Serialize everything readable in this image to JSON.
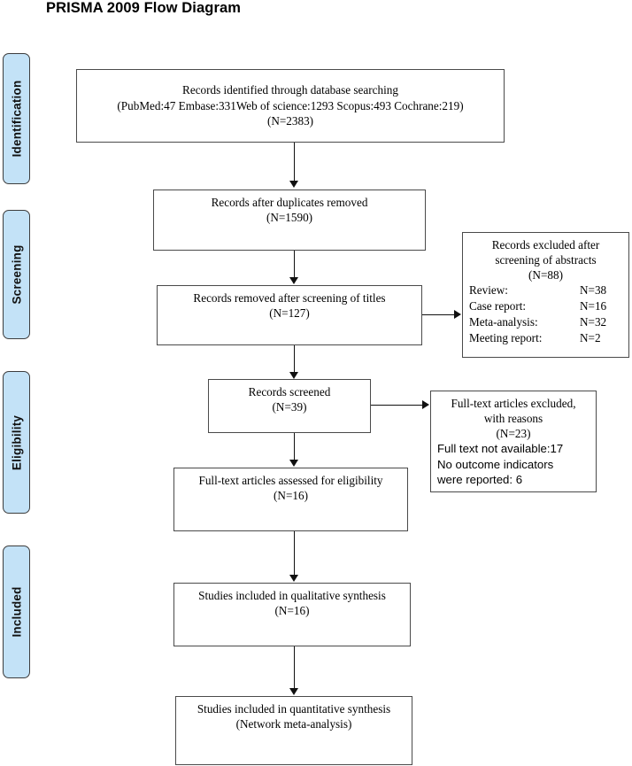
{
  "title": "PRISMA 2009 Flow Diagram",
  "stages": [
    {
      "label": "Identification"
    },
    {
      "label": "Screening"
    },
    {
      "label": "Eligibility"
    },
    {
      "label": "Included"
    }
  ],
  "boxes": {
    "identified": "Records identified through database searching\n(PubMed:47 Embase:331Web of science:1293 Scopus:493 Cochrane:219)\n(N=2383)",
    "duplicates_removed": "Records after duplicates removed\n(N=1590)",
    "removed_titles": "Records removed after screening of titles\n(N=127)",
    "records_screened": "Records screened\n(N=39)",
    "fulltext_assessed": "Full-text articles assessed for eligibility\n(N=16)",
    "qualitative": "Studies included in qualitative synthesis\n(N=16)",
    "quantitative": "Studies included in quantitative synthesis\n(Network meta-analysis)"
  },
  "excluded_abstracts": {
    "head": "Records excluded after\nscreening of abstracts\n(N=88)",
    "reasons": [
      {
        "label": "Review:",
        "value": "N=38"
      },
      {
        "label": "Case report:",
        "value": "N=16"
      },
      {
        "label": "Meta-analysis:",
        "value": "N=32"
      },
      {
        "label": "Meeting report:",
        "value": "N=2"
      }
    ]
  },
  "excluded_fulltext": {
    "head": "Full-text articles excluded,\nwith reasons\n(N=23)",
    "lines": [
      "Full text not available:17",
      "No outcome indicators",
      "were reported: 6"
    ]
  },
  "colors": {
    "stage_fill": "#c3e2f7",
    "stage_border": "#3d3d3d",
    "box_border": "#4a4a4a",
    "line": "#111111",
    "text": "#000000"
  }
}
